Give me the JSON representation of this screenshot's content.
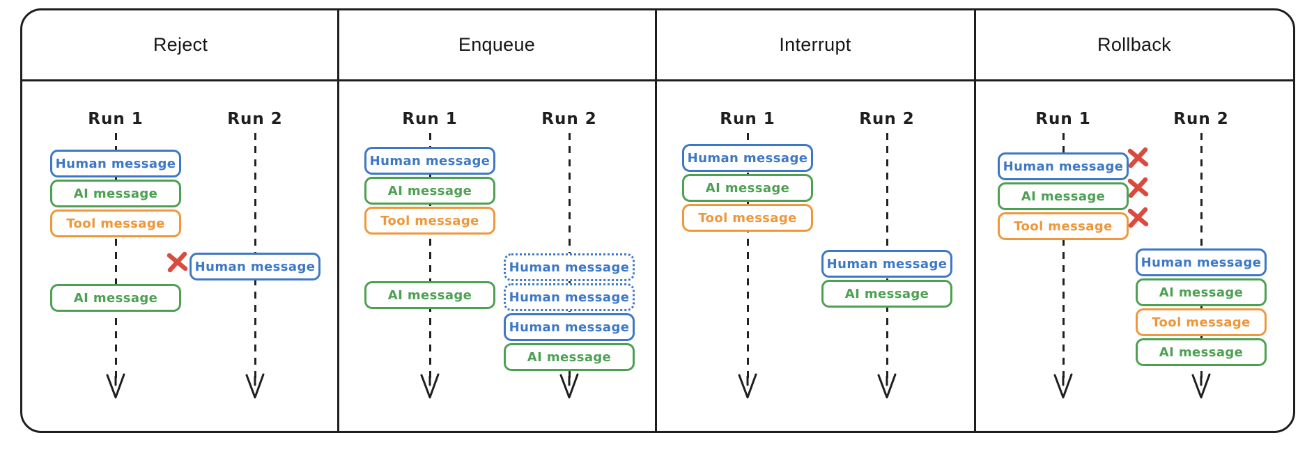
{
  "colors": {
    "human_blue": "#3d78c6",
    "ai_green": "#4da052",
    "tool_orange": "#f0973c",
    "reject_red": "#d94b3f",
    "line_black": "#1e1e1e"
  },
  "panels": [
    {
      "title": "Reject",
      "runs": [
        {
          "label": "Run 1",
          "messages": [
            {
              "kind": "human",
              "label": "Human message"
            },
            {
              "kind": "ai",
              "label": "AI message"
            },
            {
              "kind": "tool",
              "label": "Tool message"
            },
            {
              "kind": "ai",
              "label": "AI message",
              "gap_before": true
            }
          ]
        },
        {
          "label": "Run 2",
          "messages": [
            {
              "kind": "human",
              "label": "Human message",
              "marker": "rejected-x-left"
            }
          ]
        }
      ]
    },
    {
      "title": "Enqueue",
      "runs": [
        {
          "label": "Run 1",
          "messages": [
            {
              "kind": "human",
              "label": "Human message"
            },
            {
              "kind": "ai",
              "label": "AI message"
            },
            {
              "kind": "tool",
              "label": "Tool message"
            },
            {
              "kind": "ai",
              "label": "AI message",
              "gap_before": true
            }
          ]
        },
        {
          "label": "Run 2",
          "messages": [
            {
              "kind": "human",
              "label": "Human message",
              "style": "queued-dotted"
            },
            {
              "kind": "human",
              "label": "Human message",
              "style": "queued-dotted"
            },
            {
              "kind": "human",
              "label": "Human message"
            },
            {
              "kind": "ai",
              "label": "AI message"
            }
          ]
        }
      ]
    },
    {
      "title": "Interrupt",
      "runs": [
        {
          "label": "Run 1",
          "messages": [
            {
              "kind": "human",
              "label": "Human message"
            },
            {
              "kind": "ai",
              "label": "AI message"
            },
            {
              "kind": "tool",
              "label": "Tool message"
            }
          ]
        },
        {
          "label": "Run 2",
          "messages": [
            {
              "kind": "human",
              "label": "Human message"
            },
            {
              "kind": "ai",
              "label": "AI message"
            }
          ]
        }
      ]
    },
    {
      "title": "Rollback",
      "runs": [
        {
          "label": "Run 1",
          "messages": [
            {
              "kind": "human",
              "label": "Human message",
              "marker": "rolled-back-x-right"
            },
            {
              "kind": "ai",
              "label": "AI message",
              "marker": "rolled-back-x-right"
            },
            {
              "kind": "tool",
              "label": "Tool message",
              "marker": "rolled-back-x-right"
            }
          ]
        },
        {
          "label": "Run 2",
          "messages": [
            {
              "kind": "human",
              "label": "Human message"
            },
            {
              "kind": "ai",
              "label": "AI message"
            },
            {
              "kind": "tool",
              "label": "Tool message"
            },
            {
              "kind": "ai",
              "label": "AI message"
            }
          ]
        }
      ]
    }
  ]
}
